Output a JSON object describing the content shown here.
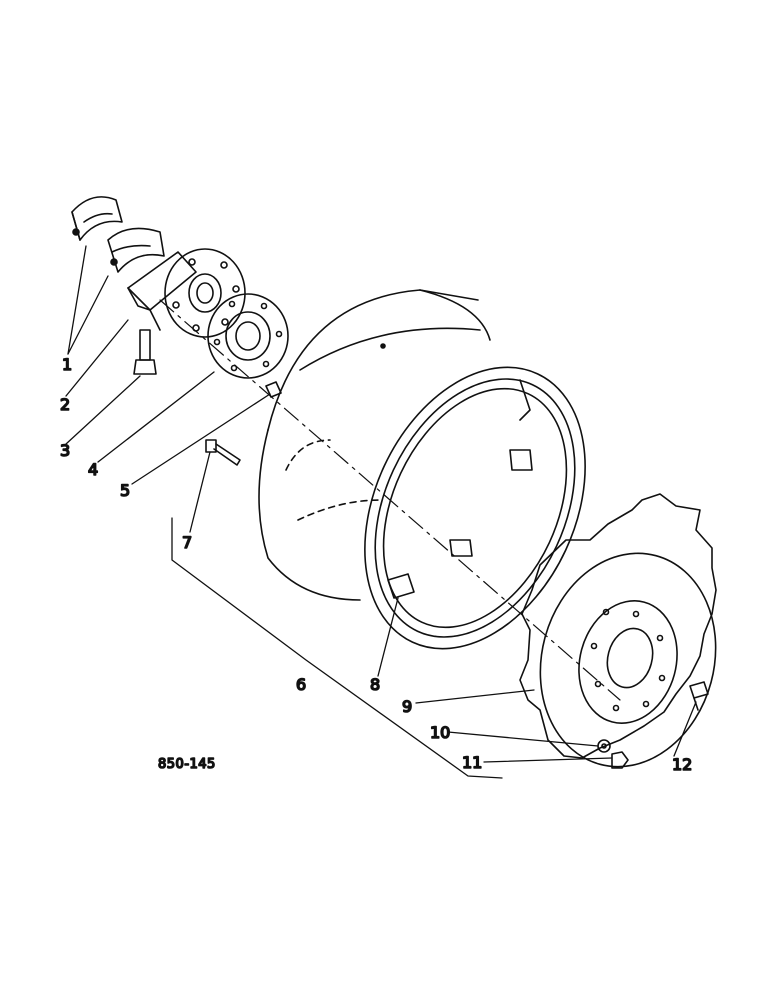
{
  "diagram": {
    "reference_code": "850-145",
    "callouts": {
      "c1": "1",
      "c2": "2",
      "c3": "3",
      "c4": "4",
      "c5": "5",
      "c6": "6",
      "c7": "7",
      "c8": "8",
      "c9": "9",
      "c10": "10",
      "c11": "11",
      "c12": "12"
    }
  }
}
